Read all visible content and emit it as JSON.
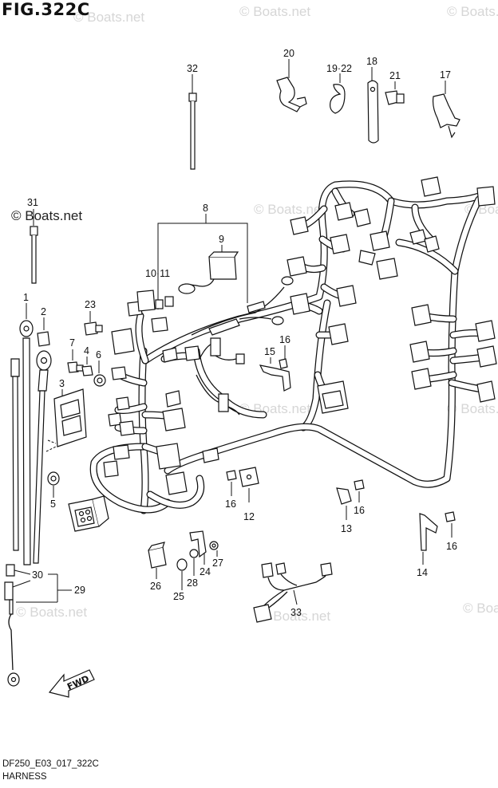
{
  "header": {
    "figure_title": "FIG.322C"
  },
  "footer": {
    "diagram_code": "DF250_E03_017_322C",
    "diagram_name": "HARNESS"
  },
  "watermark": {
    "text": "© Boats.net",
    "color": "#d6d6d6"
  },
  "arrow": {
    "label": "FWD"
  },
  "callouts": [
    "32",
    "20",
    "19·22",
    "18",
    "21",
    "17",
    "8",
    "9",
    "10·11",
    "23",
    "31",
    "1",
    "2",
    "7",
    "4",
    "6",
    "3",
    "5",
    "15",
    "16",
    "12",
    "13",
    "14",
    "26",
    "25",
    "28",
    "24",
    "27",
    "30",
    "29",
    "33"
  ]
}
